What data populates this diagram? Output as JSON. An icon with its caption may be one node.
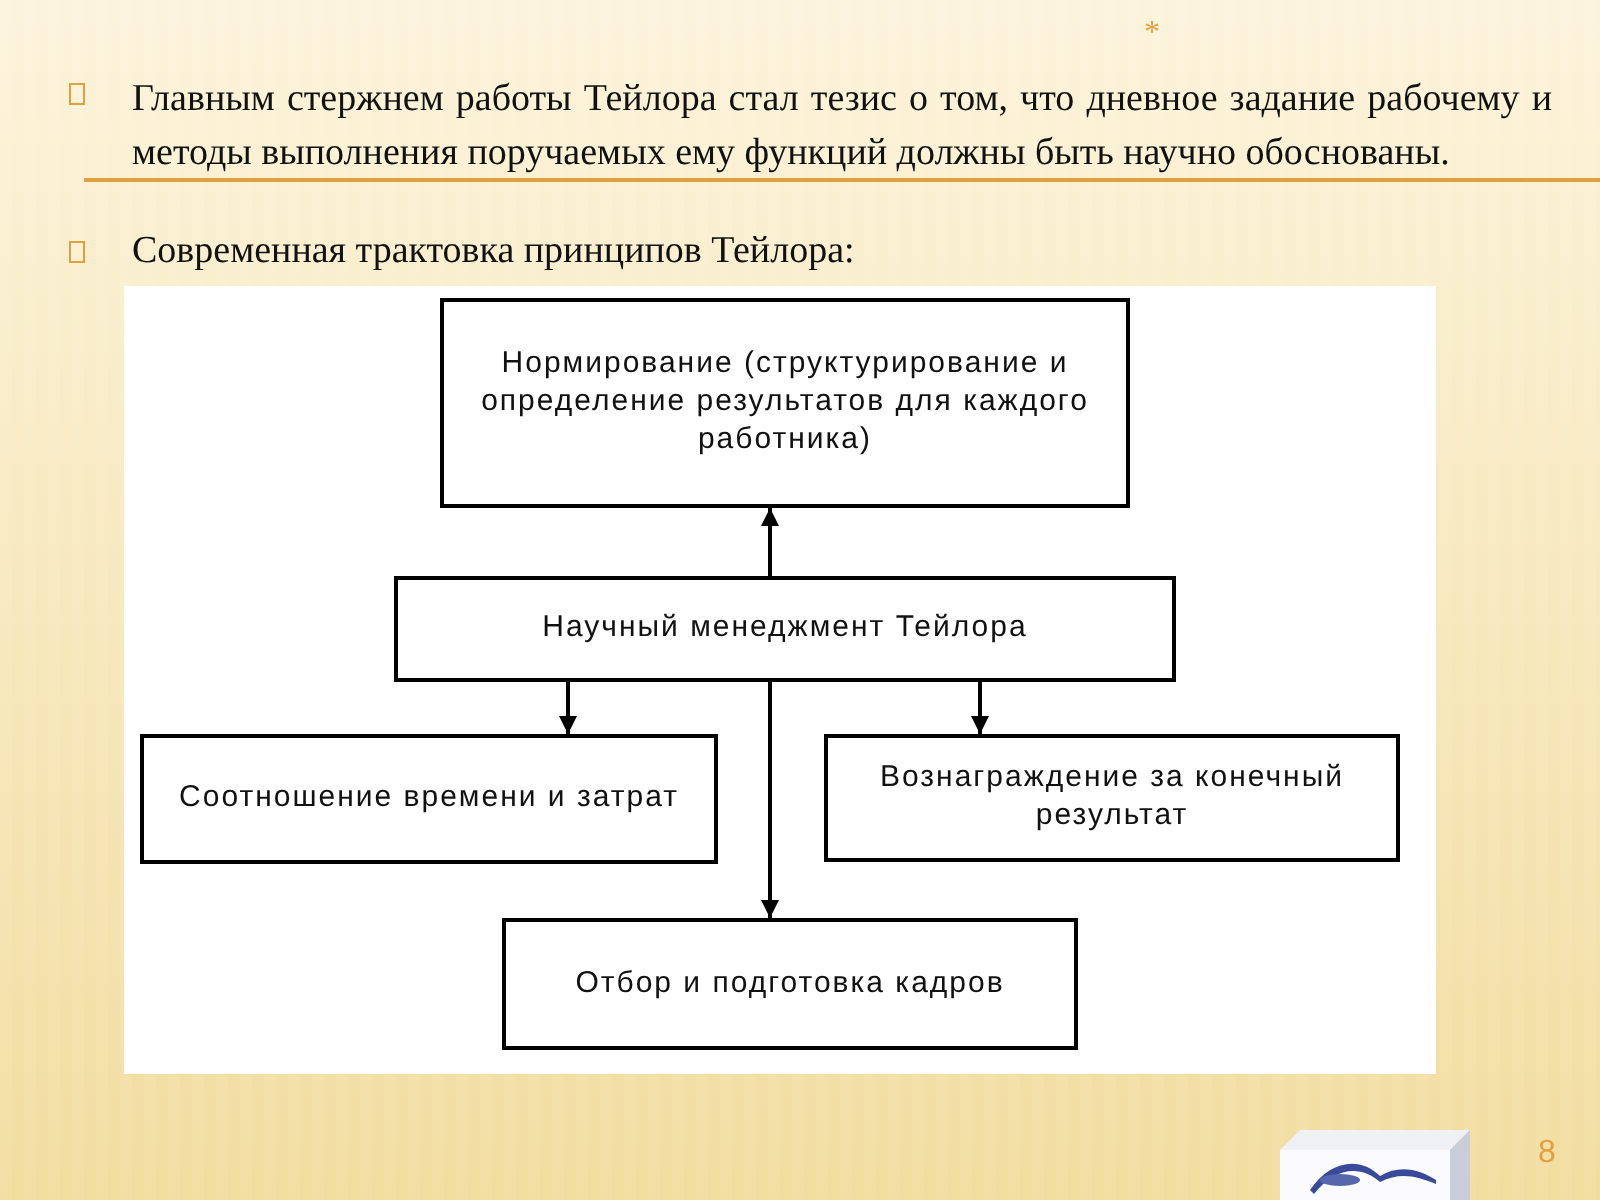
{
  "diagram": {
    "nodes": [
      {
        "text": [
          "Нормирование (структурирование и определение результатов для каждого работника)"
        ]
      },
      {
        "text": [
          "Научный менеджмент Тейлора"
        ]
      },
      {
        "text": [
          "Соотношение времени и затрат"
        ]
      },
      {
        "text": [
          "Вознаграждение за конечный результат"
        ]
      },
      {
        "text": [
          "Отбор и подготовка кадров"
        ]
      }
    ],
    "edges": [
      {
        "from": 1,
        "to": 0,
        "arrow": "to"
      },
      {
        "from": 1,
        "to": 2,
        "arrow": "to"
      },
      {
        "from": 1,
        "to": 3,
        "arrow": "to"
      },
      {
        "from": 1,
        "to": 4,
        "arrow": "to"
      }
    ],
    "labels": [
      "*",
      "Главным стержнем работы Тейлора стал тезис о том, что дневное задание рабочему и методы выполнения поручаемых ему функций должны быть научно обоснованы.",
      "Современная трактовка принципов Тейлора:",
      "8"
    ]
  }
}
